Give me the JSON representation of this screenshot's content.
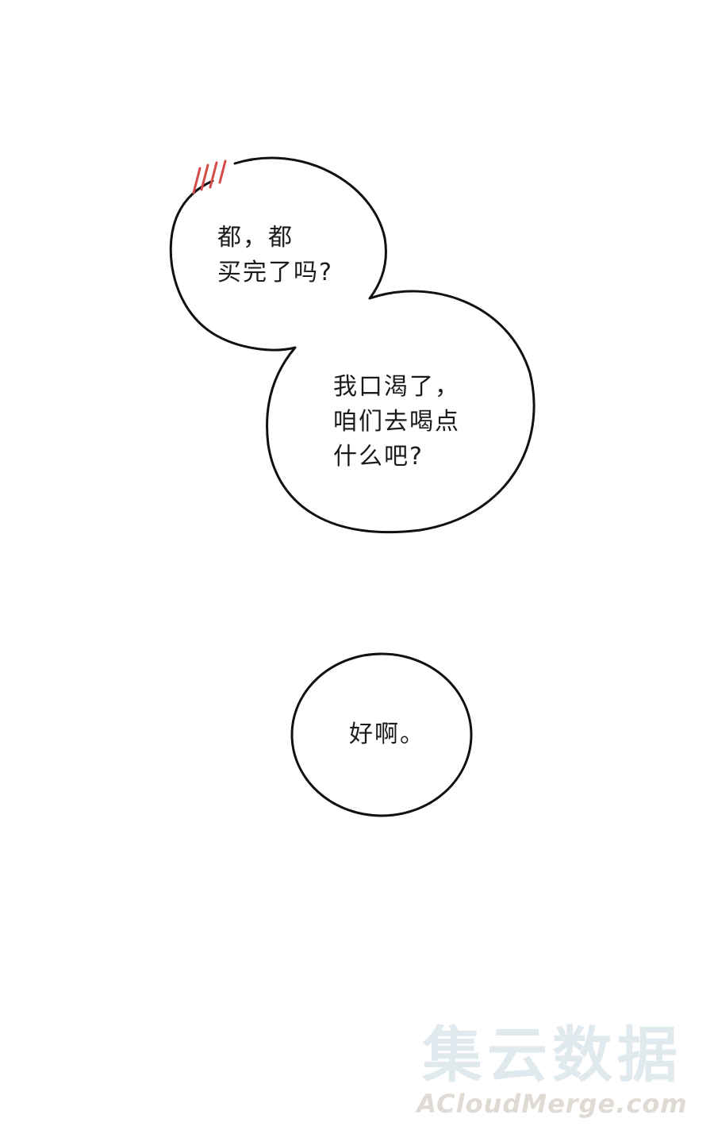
{
  "dialogue": {
    "bubble1": "都，都\n买完了吗?",
    "bubble2": "我口渴了，\n咱们去喝点\n什么吧?",
    "bubble3": "好啊。"
  },
  "watermark": {
    "chinese": "集云数据",
    "english": "ACloudMerge.com"
  },
  "colors": {
    "background": "#ffffff",
    "outline": "#111111",
    "stress_marks": "#d64a4a",
    "watermark_cn": "#dfe9ee",
    "watermark_en": "#e0dad4"
  }
}
